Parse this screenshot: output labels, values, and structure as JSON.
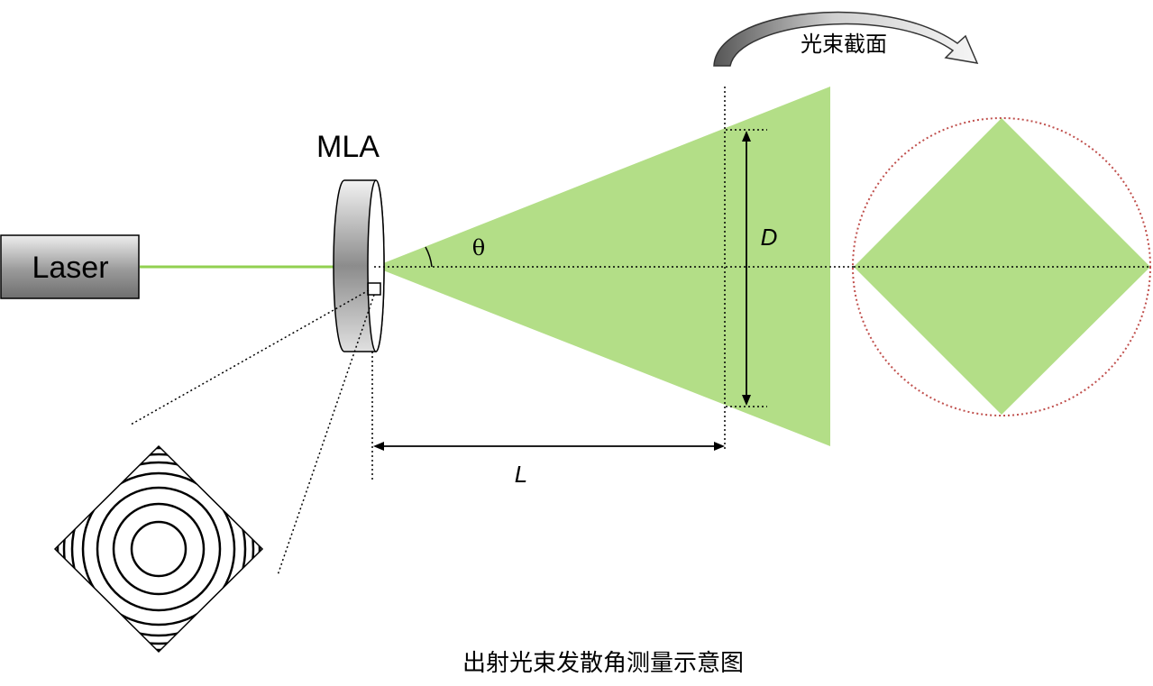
{
  "labels": {
    "laser": "Laser",
    "mla": "MLA",
    "theta": "θ",
    "beam_diameter": "D",
    "distance": "L",
    "beam_section": "光束截面",
    "caption": "出射光束发散角测量示意图"
  },
  "colors": {
    "beam": "#b3de87",
    "laser_line": "#92d050",
    "circle": "#c0504d",
    "stroke": "#000000"
  }
}
